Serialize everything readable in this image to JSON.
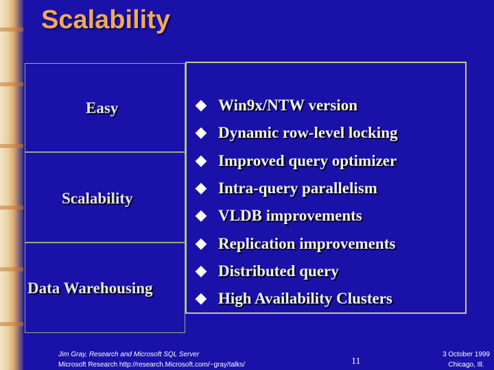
{
  "title": "Scalability",
  "categories": [
    "Easy",
    "Scalability",
    "Data Warehousing"
  ],
  "bullets": [
    "Win9x/NTW version",
    "Dynamic row-level locking",
    "Improved query optimizer",
    "Intra-query parallelism",
    "VLDB improvements",
    "Replication improvements",
    "Distributed query",
    "High Availability Clusters"
  ],
  "bullet_glyph": "◆",
  "footer": {
    "author": "Jim Gray, Research and Microsoft SQL Server",
    "url_line": "Microsoft Research http://research.Microsoft.com/~gray/talks/",
    "page": "11",
    "date": "3 October 1999",
    "place": "Chicago, Ill."
  },
  "colors": {
    "background": "#1a12a8",
    "title": "#f0a85a",
    "text": "#f2f2f2"
  }
}
